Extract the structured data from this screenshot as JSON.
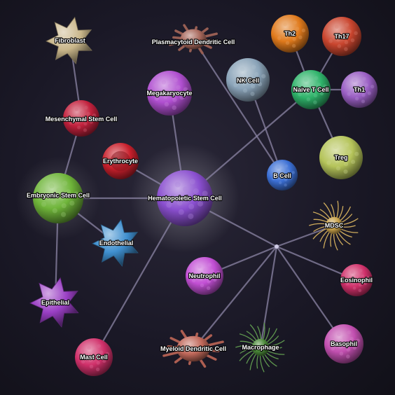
{
  "diagram": {
    "cells": {
      "fibroblast": {
        "label": "Fibroblast",
        "color": "#c9b68a",
        "shape": "spiky"
      },
      "plasmacytoid_dc": {
        "label": "Plasmacytoid Dendritic Cell",
        "color": "#a8685c",
        "shape": "dendritic"
      },
      "th2": {
        "label": "Th2",
        "color": "#e07a1c",
        "shape": "sphere"
      },
      "th17": {
        "label": "Th17",
        "color": "#c9452e",
        "shape": "sphere"
      },
      "nk_cell": {
        "label": "NK Cell",
        "color": "#8aa3b8",
        "shape": "sphere"
      },
      "naive_t_cell": {
        "label": "Naive T Cell",
        "color": "#2fb36a",
        "shape": "sphere"
      },
      "th1": {
        "label": "Th1",
        "color": "#9a5fc4",
        "shape": "sphere"
      },
      "megakaryocyte": {
        "label": "Megakaryocyte",
        "color": "#b04fd0",
        "shape": "sphere"
      },
      "mesenchymal_stem_cell": {
        "label": "Mesenchymal Stem Cell",
        "color": "#c2213d",
        "shape": "sphere"
      },
      "erythrocyte": {
        "label": "Erythrocyte",
        "color": "#c8202c",
        "shape": "disc"
      },
      "treg": {
        "label": "Treg",
        "color": "#b5c45a",
        "shape": "sphere"
      },
      "b_cell": {
        "label": "B Cell",
        "color": "#3b6fd4",
        "shape": "sphere"
      },
      "embryonic_stem_cell": {
        "label": "Embryonic Stem Cell",
        "color": "#6fb53a",
        "shape": "sphere"
      },
      "hematopoietic_stem_cell": {
        "label": "Hematopoietic Stem Cell",
        "color": "#8a4fcf",
        "shape": "sphere"
      },
      "mdsc": {
        "label": "MDSC",
        "color": "#c9a24a",
        "shape": "starburst"
      },
      "endothelial": {
        "label": "Endothelial",
        "color": "#3f8fcf",
        "shape": "spiky"
      },
      "neutrophil": {
        "label": "Neutrophil",
        "color": "#c24fd4",
        "shape": "sphere"
      },
      "eosinophil": {
        "label": "Eosinophil",
        "color": "#d0306a",
        "shape": "sphere"
      },
      "epithelial": {
        "label": "Epithelial",
        "color": "#9a3fc4",
        "shape": "spiky"
      },
      "mast_cell": {
        "label": "Mast Cell",
        "color": "#d0306a",
        "shape": "sphere"
      },
      "myeloid_dc": {
        "label": "Myeloid Dendritic Cell",
        "color": "#c0685a",
        "shape": "dendritic"
      },
      "macrophage": {
        "label": "Macrophage",
        "color": "#4c8a3a",
        "shape": "starburst"
      },
      "basophil": {
        "label": "Basophil",
        "color": "#c24fb0",
        "shape": "sphere"
      }
    },
    "connections": [
      [
        "fibroblast",
        "mesenchymal_stem_cell"
      ],
      [
        "mesenchymal_stem_cell",
        "embryonic_stem_cell"
      ],
      [
        "embryonic_stem_cell",
        "epithelial"
      ],
      [
        "embryonic_stem_cell",
        "hematopoietic_stem_cell"
      ],
      [
        "embryonic_stem_cell",
        "endothelial"
      ],
      [
        "erythrocyte",
        "hematopoietic_stem_cell"
      ],
      [
        "megakaryocyte",
        "hematopoietic_stem_cell"
      ],
      [
        "plasmacytoid_dc",
        "b_cell"
      ],
      [
        "nk_cell",
        "b_cell"
      ],
      [
        "hematopoietic_stem_cell",
        "naive_t_cell"
      ],
      [
        "naive_t_cell",
        "th2"
      ],
      [
        "naive_t_cell",
        "th17"
      ],
      [
        "naive_t_cell",
        "th1"
      ],
      [
        "naive_t_cell",
        "treg"
      ],
      [
        "hematopoietic_stem_cell",
        "mast_cell"
      ],
      [
        "hematopoietic_stem_cell",
        "myeloid_hub"
      ],
      [
        "myeloid_hub",
        "mdsc"
      ],
      [
        "myeloid_hub",
        "neutrophil"
      ],
      [
        "myeloid_hub",
        "eosinophil"
      ],
      [
        "myeloid_hub",
        "myeloid_dc"
      ],
      [
        "myeloid_hub",
        "macrophage"
      ],
      [
        "myeloid_hub",
        "basophil"
      ]
    ],
    "colors": {
      "link": "#8c86a6",
      "background": "#1a1826",
      "label": "#ffffff"
    }
  }
}
